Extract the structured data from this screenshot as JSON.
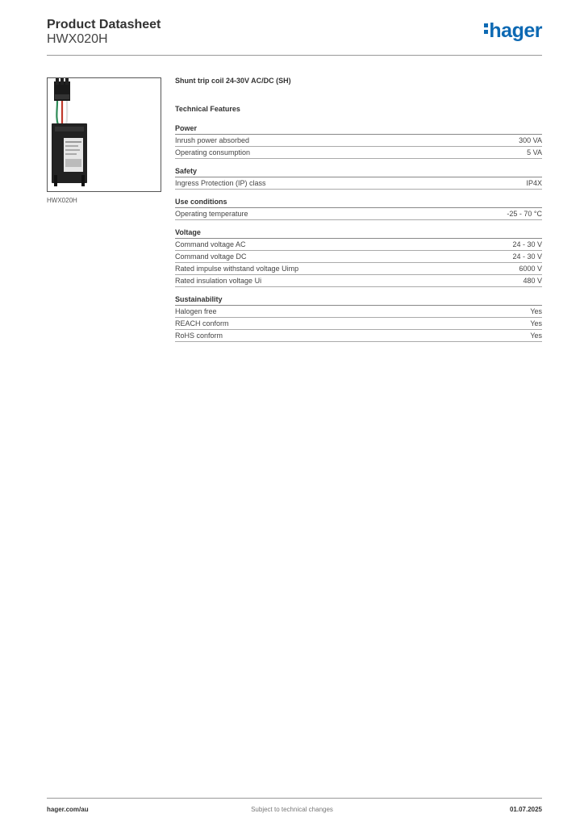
{
  "header": {
    "title": "Product Datasheet",
    "reference": "HWX020H",
    "brand": "hager"
  },
  "product": {
    "image_caption": "HWX020H",
    "name": "Shunt trip coil 24-30V AC/DC (SH)",
    "technical_features_label": "Technical Features"
  },
  "sections": [
    {
      "title": "Power",
      "rows": [
        {
          "label": "Inrush power absorbed",
          "value": "300 VA"
        },
        {
          "label": "Operating consumption",
          "value": "5 VA"
        }
      ]
    },
    {
      "title": "Safety",
      "rows": [
        {
          "label": "Ingress Protection (IP) class",
          "value": "IP4X"
        }
      ]
    },
    {
      "title": "Use conditions",
      "rows": [
        {
          "label": "Operating temperature",
          "value": "-25 - 70 °C"
        }
      ]
    },
    {
      "title": "Voltage",
      "rows": [
        {
          "label": "Command voltage AC",
          "value": "24 - 30 V"
        },
        {
          "label": "Command voltage DC",
          "value": "24 - 30 V"
        },
        {
          "label": "Rated impulse withstand voltage Uimp",
          "value": "6000 V"
        },
        {
          "label": "Rated insulation voltage Ui",
          "value": "480 V"
        }
      ]
    },
    {
      "title": "Sustainability",
      "rows": [
        {
          "label": "Halogen free",
          "value": "Yes"
        },
        {
          "label": "REACH conform",
          "value": "Yes"
        },
        {
          "label": "RoHS conform",
          "value": "Yes"
        }
      ]
    }
  ],
  "footer": {
    "website": "hager.com/au",
    "notice": "Subject to technical changes",
    "date": "01.07.2025"
  },
  "colors": {
    "brand": "#0d69b3",
    "text": "#333333",
    "rule": "#999999"
  }
}
